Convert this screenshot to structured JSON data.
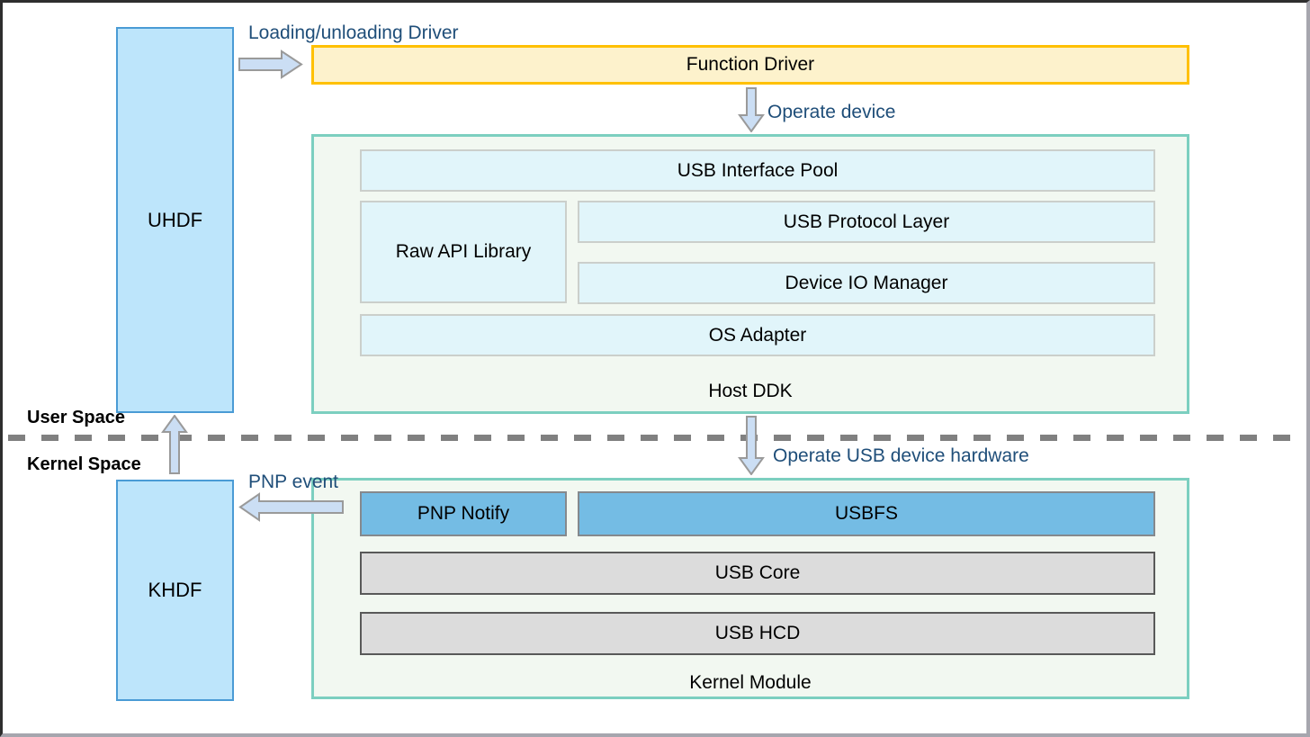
{
  "space_labels": {
    "user": "User Space",
    "kernel": "Kernel Space"
  },
  "boxes": {
    "uhdf": "UHDF",
    "khdf": "KHDF",
    "function_driver": "Function Driver"
  },
  "host_ddk": {
    "title": "Host DDK",
    "modules": {
      "usb_interface_pool": "USB Interface Pool",
      "raw_api_library": "Raw API Library",
      "usb_protocol_layer": "USB Protocol Layer",
      "device_io_manager": "Device IO Manager",
      "os_adapter": "OS Adapter"
    }
  },
  "kernel_module": {
    "title": "Kernel Module",
    "modules": {
      "pnp_notify": "PNP Notify",
      "usbfs": "USBFS",
      "usb_core": "USB Core",
      "usb_hcd": "USB HCD"
    }
  },
  "annotations": {
    "loading_unloading_driver": "Loading/unloading Driver",
    "operate_device": "Operate device",
    "operate_usb_device_hardware": "Operate USB device hardware",
    "pnp_event": "PNP event"
  },
  "colors": {
    "hdf_fill": "#bde5fb",
    "hdf_border": "#4a9bd5",
    "function_fill": "#fdf2cc",
    "function_border": "#ffc000",
    "container_fill": "#f2f8f1",
    "container_border": "#7ccfc0",
    "cyan_fill": "#e1f5fa",
    "cyan_border": "#cbcfcb",
    "blue_fill": "#74bce4",
    "blue_border": "#85898d",
    "gray_fill": "#dcdcdc",
    "gray_border": "#595959",
    "arrow_fill": "#cbdef4",
    "arrow_border": "#9a9a9a",
    "annotation_text": "#1f4e79",
    "dash_color": "#808080"
  }
}
